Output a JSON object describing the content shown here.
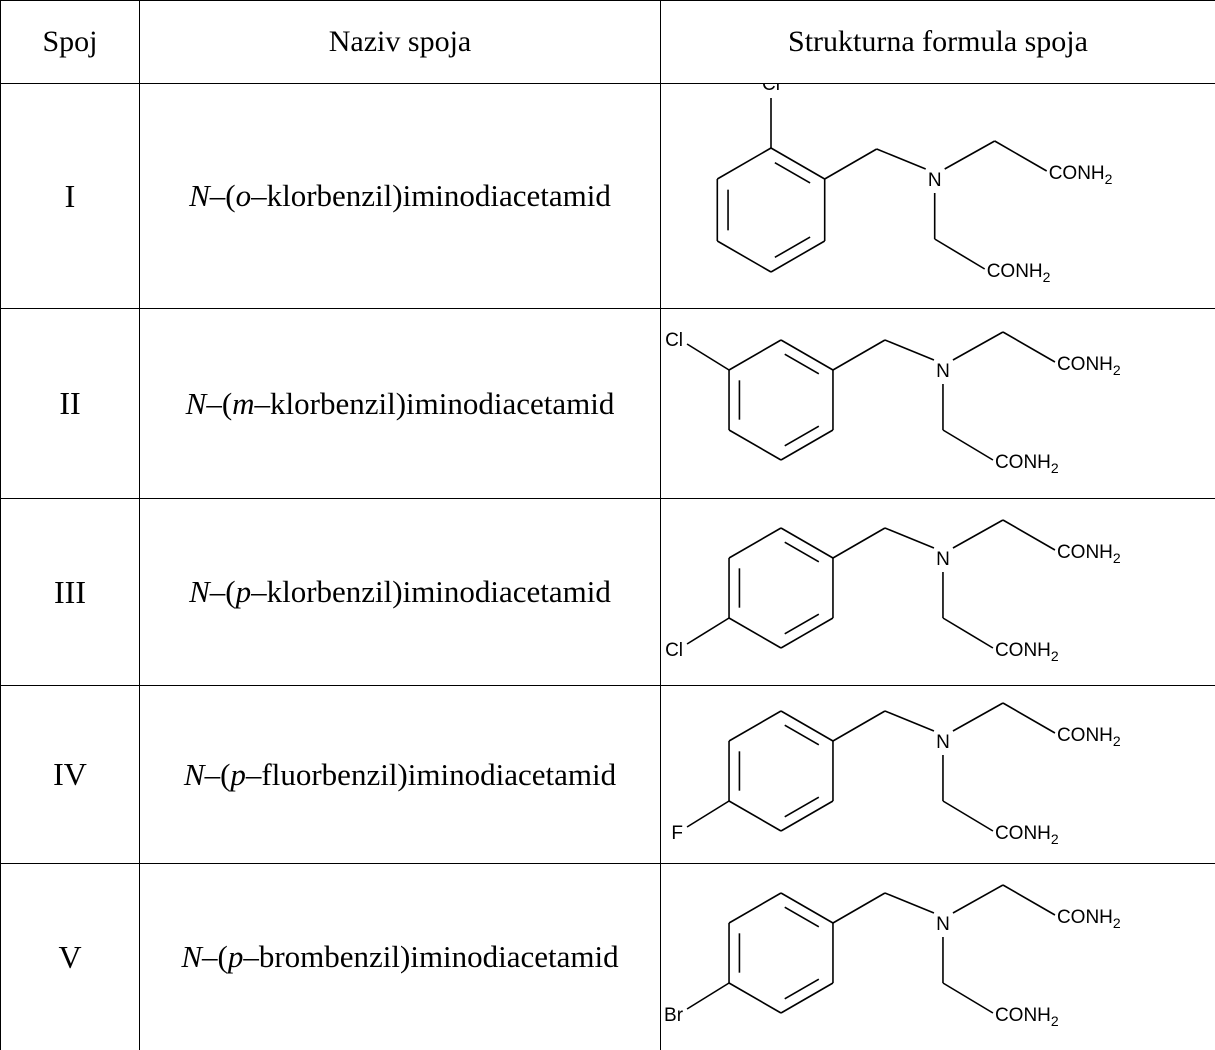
{
  "headers": {
    "spoj": "Spoj",
    "naziv": "Naziv spoja",
    "struktura": "Strukturna formula spoja"
  },
  "atoms": {
    "nitrogen": "N",
    "amide": "CONH",
    "amide_sub": "2"
  },
  "rows": [
    {
      "spoj": "I",
      "name": {
        "prefix": "N",
        "sep1": "–(",
        "position": "o",
        "rest": "–klorbenzil)iminodiacetamid"
      },
      "substituent": "Cl",
      "sub_position": "ortho"
    },
    {
      "spoj": "II",
      "name": {
        "prefix": "N",
        "sep1": "–(",
        "position": "m",
        "rest": "–klorbenzil)iminodiacetamid"
      },
      "substituent": "Cl",
      "sub_position": "meta"
    },
    {
      "spoj": "III",
      "name": {
        "prefix": "N",
        "sep1": "–(",
        "position": "p",
        "rest": "–klorbenzil)iminodiacetamid"
      },
      "substituent": "Cl",
      "sub_position": "para"
    },
    {
      "spoj": "IV",
      "name": {
        "prefix": "N",
        "sep1": "–(",
        "position": "p",
        "rest": "–fluorbenzil)iminodiacetamid"
      },
      "substituent": "F",
      "sub_position": "para"
    },
    {
      "spoj": "V",
      "name": {
        "prefix": "N",
        "sep1": "–(",
        "position": "p",
        "rest": "–brombenzil)iminodiacetamid"
      },
      "substituent": "Br",
      "sub_position": "para"
    }
  ]
}
